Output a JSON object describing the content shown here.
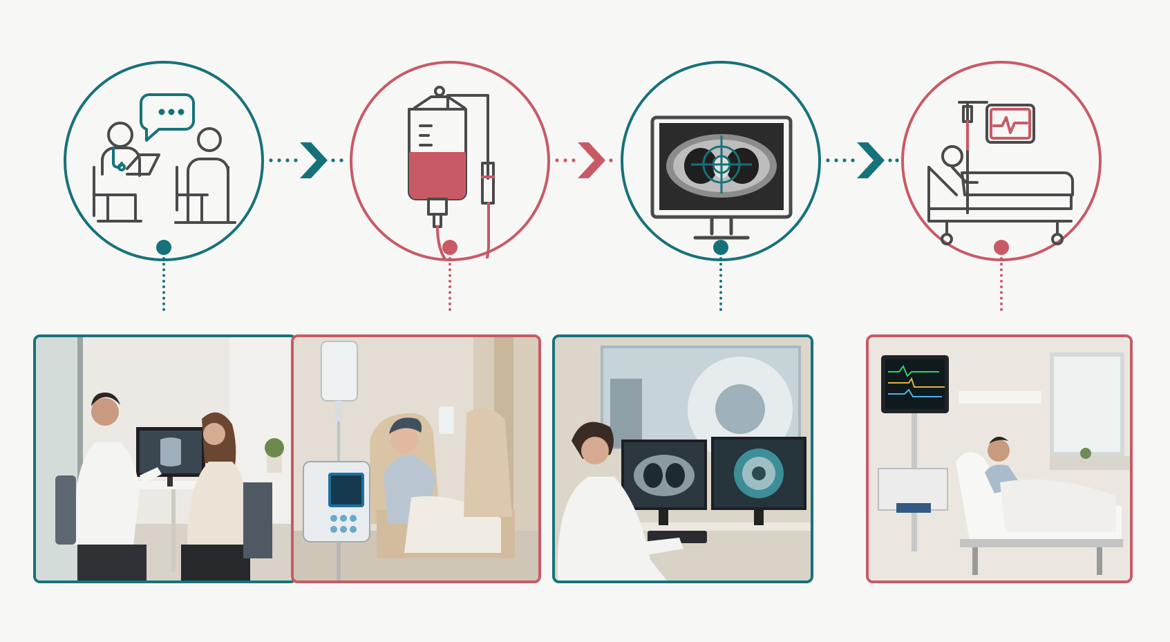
{
  "colors": {
    "teal": "#16727a",
    "rose": "#c85a66",
    "line": "#4a4a4a",
    "bg": "#f7f7f6"
  },
  "steps": [
    {
      "icon": "consultation-icon",
      "photo": "consultation-photo",
      "accent": "teal"
    },
    {
      "icon": "iv-infusion-icon",
      "photo": "chemotherapy-infusion-photo",
      "accent": "rose"
    },
    {
      "icon": "ct-scan-monitor-icon",
      "photo": "radiology-imaging-photo",
      "accent": "teal"
    },
    {
      "icon": "hospital-bed-monitor-icon",
      "photo": "inpatient-care-photo",
      "accent": "rose"
    }
  ]
}
